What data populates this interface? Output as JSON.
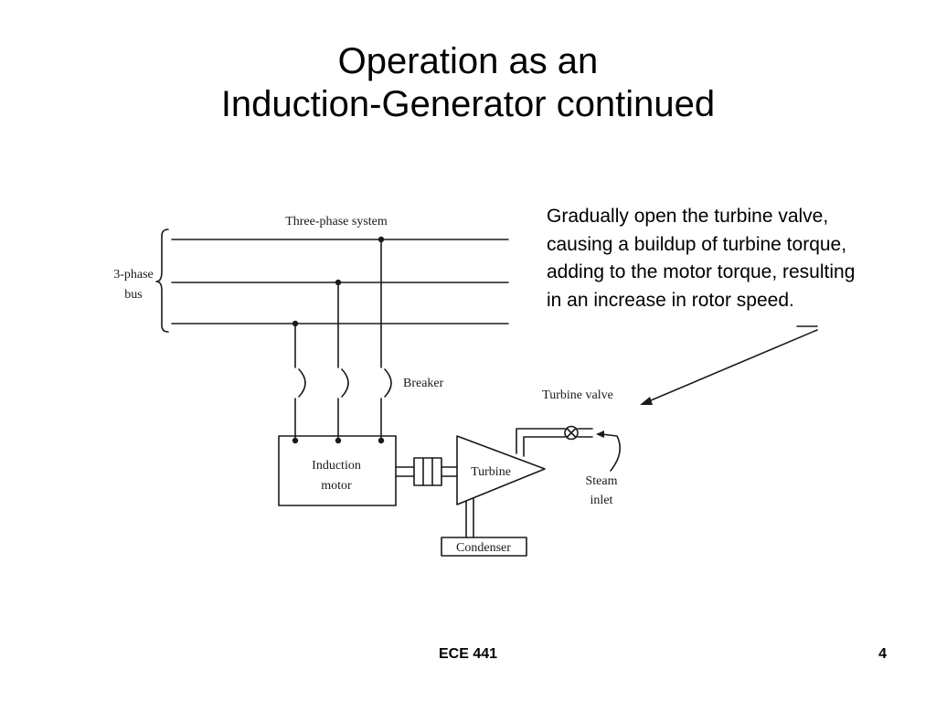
{
  "slide": {
    "title_line1": "Operation as an",
    "title_line2": "Induction-Generator continued",
    "callout_text": "Gradually open the turbine valve, causing a buildup of turbine torque, adding to the motor torque, resulting in an increase in rotor speed."
  },
  "diagram": {
    "labels": {
      "three_phase_system": "Three-phase system",
      "bus_line1": "3-phase",
      "bus_line2": "bus",
      "breaker": "Breaker",
      "motor_line1": "Induction",
      "motor_line2": "motor",
      "turbine": "Turbine",
      "turbine_valve": "Turbine valve",
      "steam_line1": "Steam",
      "steam_line2": "inlet",
      "condenser": "Condenser"
    }
  },
  "footer": {
    "course": "ECE 441",
    "page": "4"
  }
}
